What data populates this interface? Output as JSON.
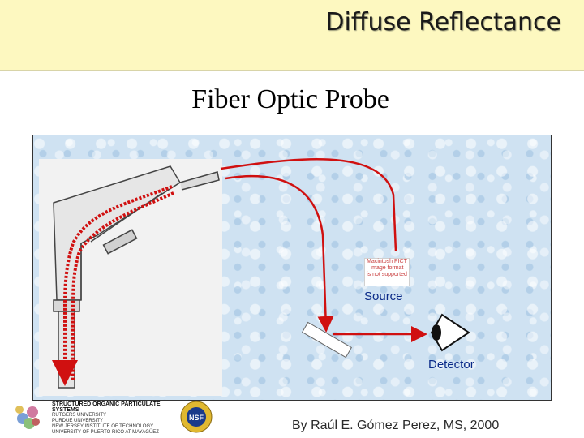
{
  "header": {
    "title": "Diffuse Reflectance",
    "bg_color": "#fdf8c0"
  },
  "subtitle": "Fiber Optic Probe",
  "diagram": {
    "pict_placeholder": [
      "Macintosh PICT",
      "image format",
      "is not supported"
    ],
    "source_label": "Source",
    "detector_label": "Detector",
    "arrow_color": "#d01010"
  },
  "footer": {
    "credit": "By Raúl E. Gómez Perez, MS, 2000",
    "logo_lines": [
      "STRUCTURED ORGANIC PARTICULATE SYSTEMS",
      "RUTGERS UNIVERSITY",
      "PURDUE UNIVERSITY",
      "NEW JERSEY INSTITUTE OF TECHNOLOGY",
      "UNIVERSITY OF PUERTO RICO AT MAYAGÜEZ"
    ]
  },
  "icons": [
    "molecule-logo",
    "nsf-seal-icon",
    "eye-icon"
  ]
}
